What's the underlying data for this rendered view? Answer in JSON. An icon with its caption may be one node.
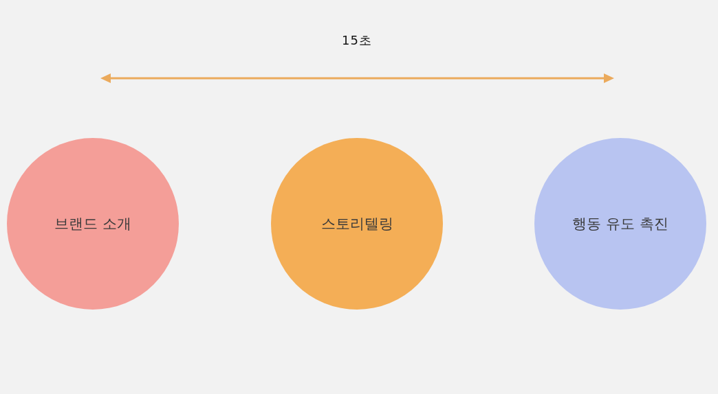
{
  "diagram": {
    "nodes": [
      {
        "text": [
          "브랜드 소개"
        ]
      },
      {
        "text": [
          "스토리텔링"
        ]
      },
      {
        "text": [
          "행동 유도 촉진"
        ]
      }
    ],
    "labels": [
      "15초"
    ]
  }
}
